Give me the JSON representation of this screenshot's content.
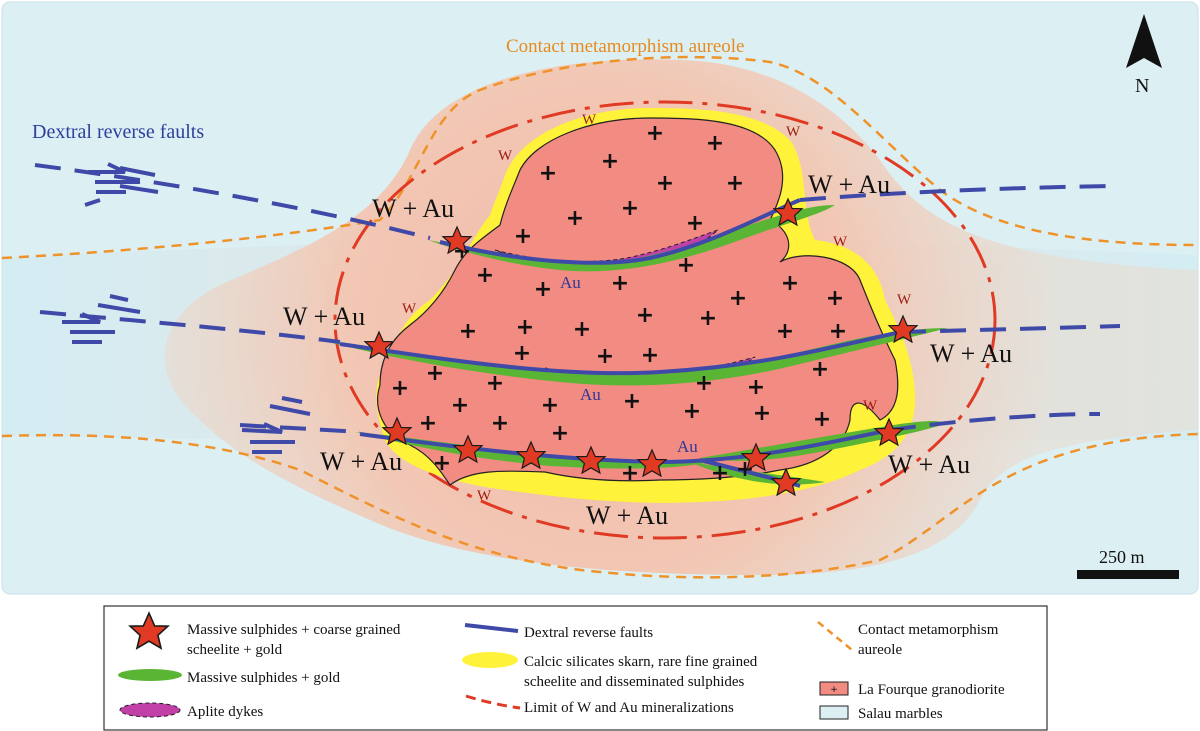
{
  "map": {
    "aureole_label": "Contact metamorphism aureole",
    "fault_label": "Dextral reverse faults",
    "north_label": "N",
    "scale_label": "250 m",
    "wau_label": "W + Au",
    "w_label": "W",
    "au_label": "Au"
  },
  "legend": {
    "massive_coarse_line1": "Massive sulphides + coarse grained",
    "massive_coarse_line2": "scheelite + gold",
    "massive_gold": "Massive sulphides + gold",
    "aplite": "Aplite dykes",
    "dextral": "Dextral reverse faults",
    "skarn_line1": "Calcic silicates skarn, rare fine grained",
    "skarn_line2": "scheelite and disseminated sulphides",
    "limit": "Limit of W and Au mineralizations",
    "aureole_line1": "Contact metamorphism",
    "aureole_line2": "aureole",
    "granodiorite": "La Fourque granodiorite",
    "marbles": "Salau marbles"
  },
  "colors": {
    "marble": "#dcf0f4",
    "granodiorite": "#f28b82",
    "skarn": "#fff23a",
    "ore_green": "#5ab534",
    "aplite": "#c040a8",
    "fault": "#3f4aa8",
    "limit": "#e03a24",
    "aureole": "#f0922a",
    "star": "#e03a24"
  }
}
